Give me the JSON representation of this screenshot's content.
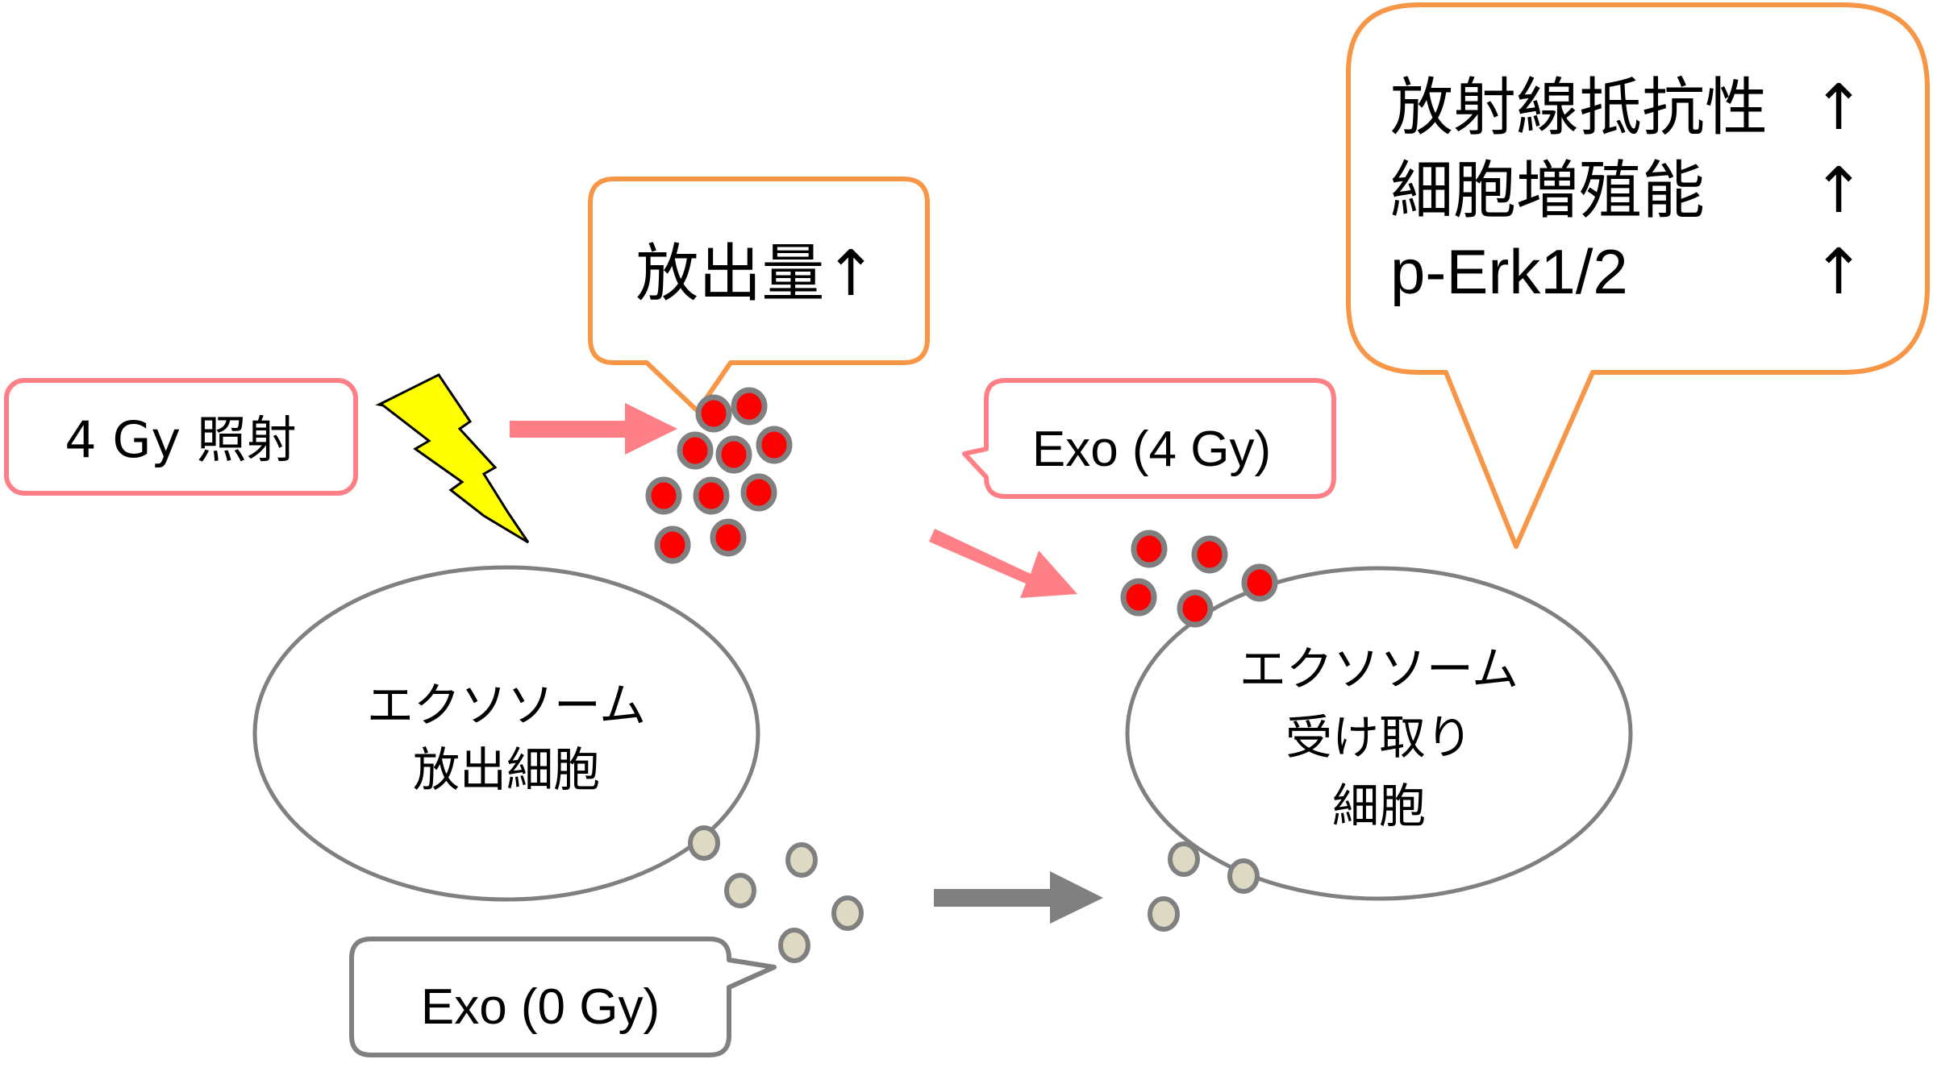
{
  "colors": {
    "pink": "#FF7F86",
    "orange": "#F79646",
    "gray": "#808080",
    "exo_irradiated_fill": "#FF0000",
    "exo_control_fill": "#DDD9C3",
    "lightning_fill": "#FFFF00"
  },
  "irradiation_label": "4 Gy 照射",
  "release_callout": "放出量↑",
  "exo_4gy_label": "Exo (4 Gy)",
  "exo_0gy_label": "Exo (0 Gy)",
  "donor_cell": {
    "line1": "エクソソーム",
    "line2": "放出細胞"
  },
  "recipient_cell": {
    "line1": "エクソソーム",
    "line2": "受け取り",
    "line3": "細胞"
  },
  "effects_callout": {
    "items": [
      {
        "label": "放射線抵抗性",
        "arrow": "↑"
      },
      {
        "label": "細胞増殖能",
        "arrow": "↑"
      },
      {
        "label": "p-Erk1/2",
        "arrow": "↑"
      }
    ]
  },
  "icons": {
    "lightning": "lightning-bolt-icon",
    "arrow": "block-arrow-icon"
  }
}
